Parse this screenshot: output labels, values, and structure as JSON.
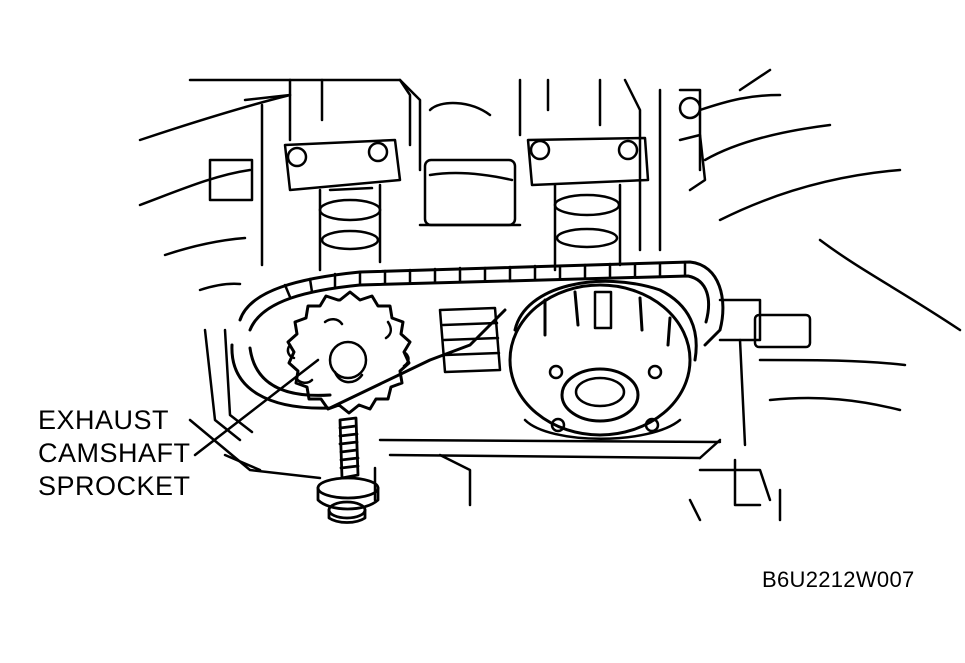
{
  "callout": {
    "lines": [
      "EXHAUST",
      "CAMSHAFT",
      "SPROCKET"
    ]
  },
  "figure_code": "B6U2212W007",
  "colors": {
    "line": "#000000",
    "background": "#ffffff"
  }
}
